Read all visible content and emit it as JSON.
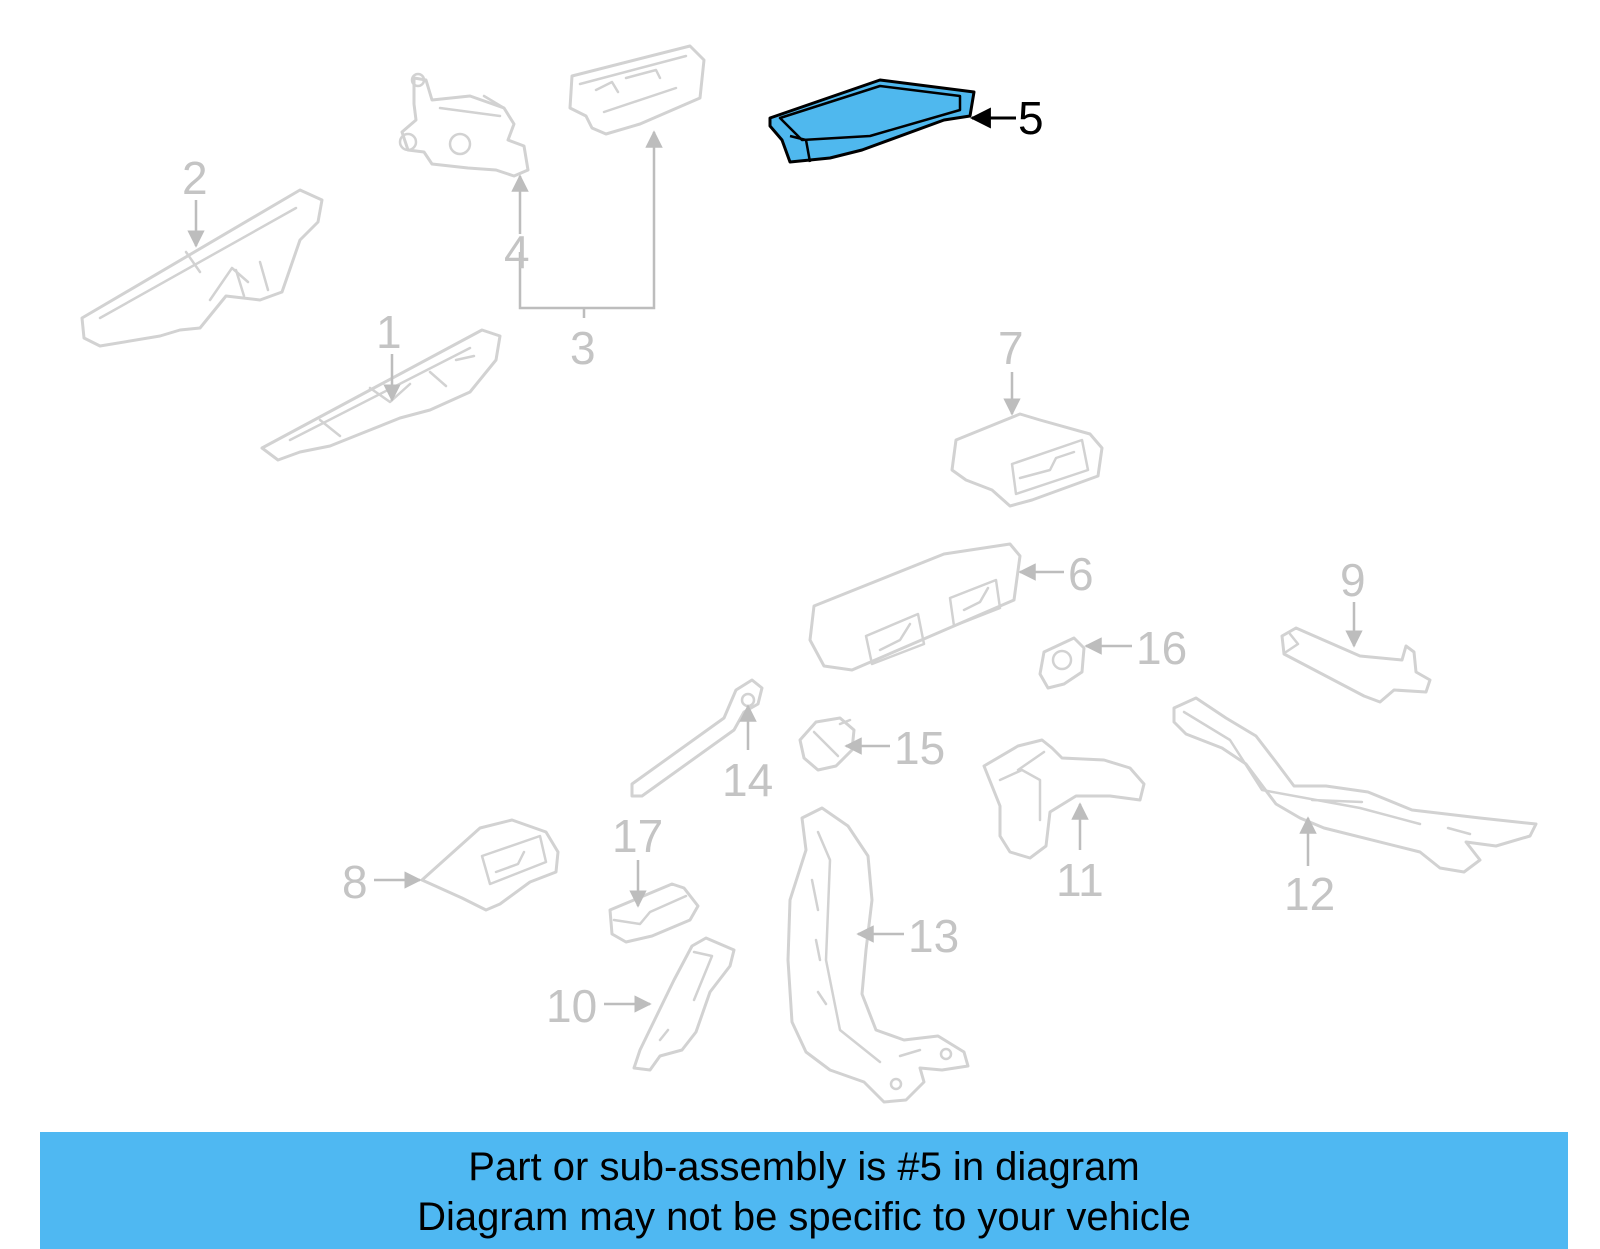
{
  "diagram": {
    "callouts": [
      {
        "id": "1",
        "text": "1"
      },
      {
        "id": "2",
        "text": "2"
      },
      {
        "id": "3",
        "text": "3"
      },
      {
        "id": "4",
        "text": "4"
      },
      {
        "id": "5",
        "text": "5",
        "highlighted": true
      },
      {
        "id": "6",
        "text": "6"
      },
      {
        "id": "7",
        "text": "7"
      },
      {
        "id": "8",
        "text": "8"
      },
      {
        "id": "9",
        "text": "9"
      },
      {
        "id": "10",
        "text": "10"
      },
      {
        "id": "11",
        "text": "11"
      },
      {
        "id": "12",
        "text": "12"
      },
      {
        "id": "13",
        "text": "13"
      },
      {
        "id": "14",
        "text": "14"
      },
      {
        "id": "15",
        "text": "15"
      },
      {
        "id": "16",
        "text": "16"
      },
      {
        "id": "17",
        "text": "17"
      }
    ],
    "colors": {
      "highlight_fill": "#4fb8ee",
      "part_outline": "#d2d2d2",
      "label": "#c4c4c4",
      "banner": "#4fb8f2"
    }
  },
  "banner": {
    "line1": "Part or sub-assembly is #5 in diagram",
    "line2": "Diagram may not be specific to your vehicle"
  }
}
